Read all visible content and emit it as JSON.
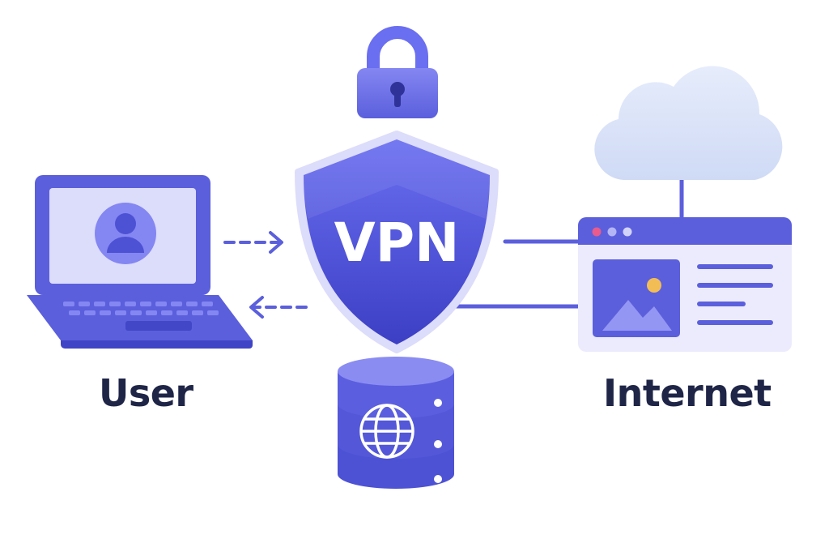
{
  "nodes": {
    "user": {
      "label": "User",
      "icon": "laptop-icon"
    },
    "vpn": {
      "label": "VPN",
      "icon": "shield-icon"
    },
    "internet": {
      "label": "Internet",
      "icon": "browser-window-icon"
    },
    "lock": {
      "icon": "padlock-icon"
    },
    "server": {
      "icon": "database-globe-icon"
    },
    "cloud": {
      "icon": "cloud-icon"
    }
  },
  "colors": {
    "primary": "#5b5fdc",
    "primary_dark": "#3f44c6",
    "light": "#dcdcfb",
    "cloud": "#dbe4f8",
    "label": "#1f2547",
    "accent_dot": "#f3bd55",
    "dot_pink": "#e85b8c"
  }
}
